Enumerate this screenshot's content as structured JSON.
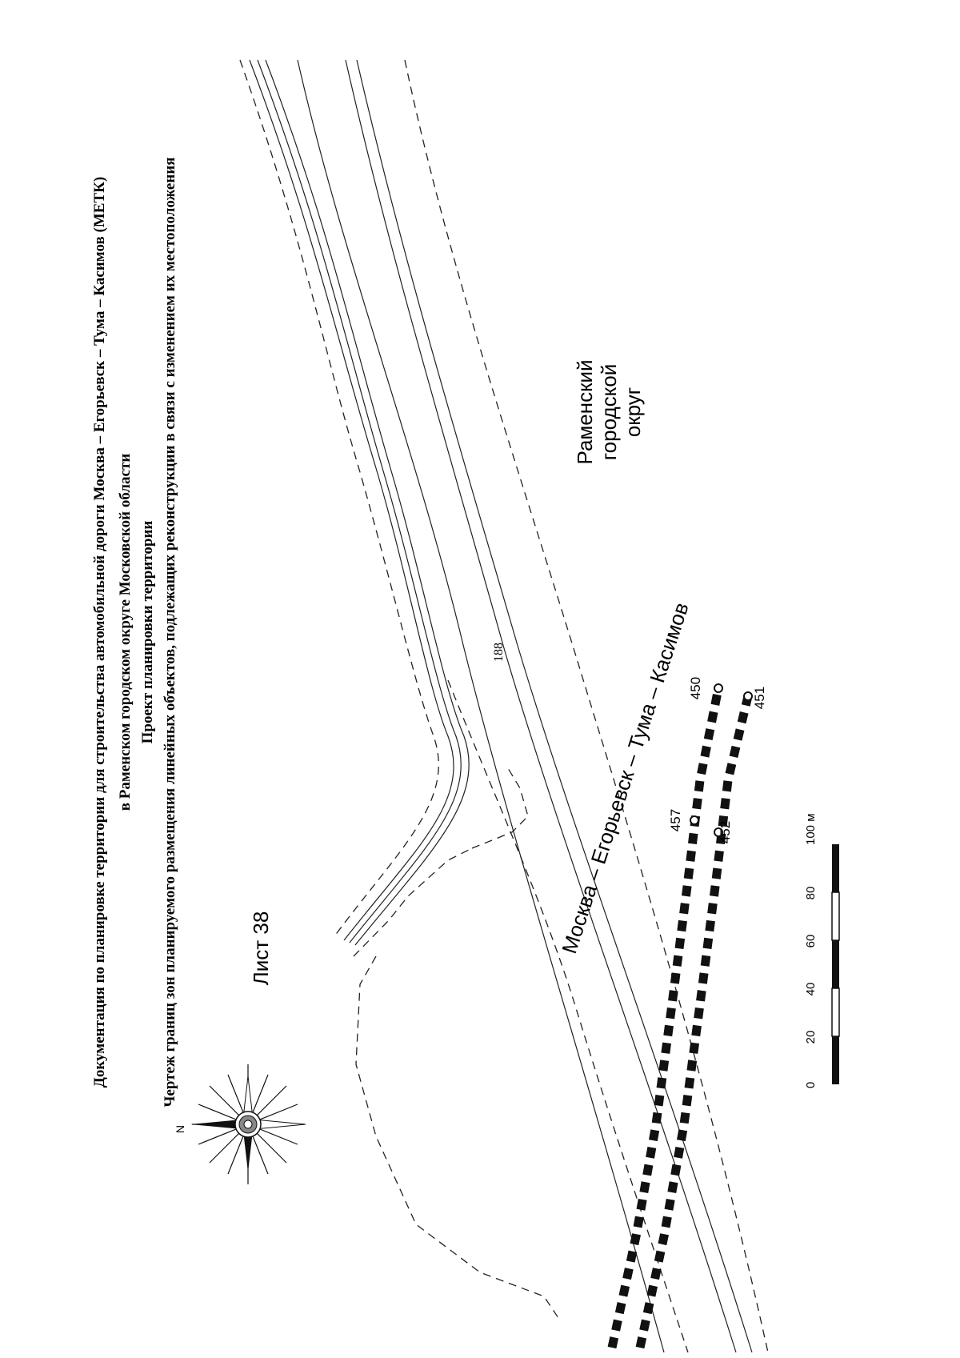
{
  "page_number": "188",
  "header": {
    "line1": "Документация по планировке территории для строительства автомобильной дороги Москва – Егорьевск – Тума – Касимов (МЕТК)",
    "line2": "в Раменском городском округе Московской области",
    "line3": "Проект планировки территории",
    "line4": "Чертеж границ зон планируемого размещения линейных объектов, подлежащих реконструкции в связи с изменением их местоположения"
  },
  "sheet_label": "Лист 38",
  "compass": {
    "north_letter": "N",
    "icon": "compass-rose-icon"
  },
  "road_label": "Москва – Егорьевск – Тума – Касимов",
  "district_label": [
    "Раменский",
    "городской",
    "округ"
  ],
  "points": [
    {
      "id": "450"
    },
    {
      "id": "451"
    },
    {
      "id": "452"
    },
    {
      "id": "457"
    }
  ],
  "scale_bar": {
    "ticks": [
      "0",
      "20",
      "40",
      "60",
      "80",
      "100 м"
    ]
  }
}
